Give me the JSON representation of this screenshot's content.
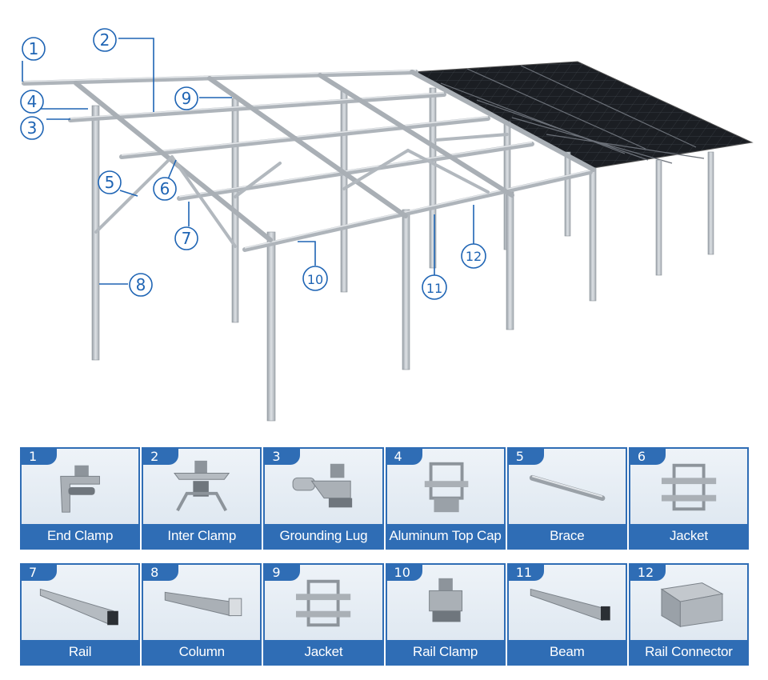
{
  "diagram": {
    "callouts": [
      "1",
      "2",
      "3",
      "4",
      "5",
      "6",
      "7",
      "8",
      "9",
      "10",
      "11",
      "12"
    ]
  },
  "parts": [
    {
      "num": "1",
      "label": "End Clamp",
      "icon": "end-clamp-icon"
    },
    {
      "num": "2",
      "label": "Inter Clamp",
      "icon": "inter-clamp-icon"
    },
    {
      "num": "3",
      "label": "Grounding Lug",
      "icon": "grounding-lug-icon"
    },
    {
      "num": "4",
      "label": "Aluminum Top Cap",
      "icon": "aluminum-top-cap-icon"
    },
    {
      "num": "5",
      "label": "Brace",
      "icon": "brace-icon"
    },
    {
      "num": "6",
      "label": "Jacket",
      "icon": "jacket-icon"
    },
    {
      "num": "7",
      "label": "Rail",
      "icon": "rail-icon"
    },
    {
      "num": "8",
      "label": "Column",
      "icon": "column-icon"
    },
    {
      "num": "9",
      "label": "Jacket",
      "icon": "jacket-icon"
    },
    {
      "num": "10",
      "label": "Rail Clamp",
      "icon": "rail-clamp-icon"
    },
    {
      "num": "11",
      "label": "Beam",
      "icon": "beam-icon"
    },
    {
      "num": "12",
      "label": "Rail Connector",
      "icon": "rail-connector-icon"
    }
  ],
  "colors": {
    "accent": "#2f6db5",
    "callout": "#1e64b4",
    "steel": "#b9bec4",
    "panel": "#1a1d22"
  }
}
